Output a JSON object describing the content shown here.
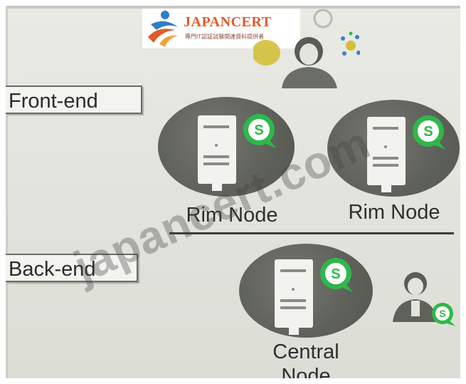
{
  "logo": {
    "brand": "JAPANCERT",
    "tagline": "專門IT認証試験関連資料提供者"
  },
  "watermark": "japancert.com",
  "tiers": {
    "front_end": "Front-end",
    "back_end": "Back-end"
  },
  "nodes": {
    "rim_node_1": "Rim Node",
    "rim_node_2": "Rim Node",
    "central_node_line1": "Central",
    "central_node_line2": "Node"
  },
  "colors": {
    "node_fill": "#5e605a",
    "badge_green": "#2fb84a",
    "logo_orange": "#e05a2a"
  }
}
